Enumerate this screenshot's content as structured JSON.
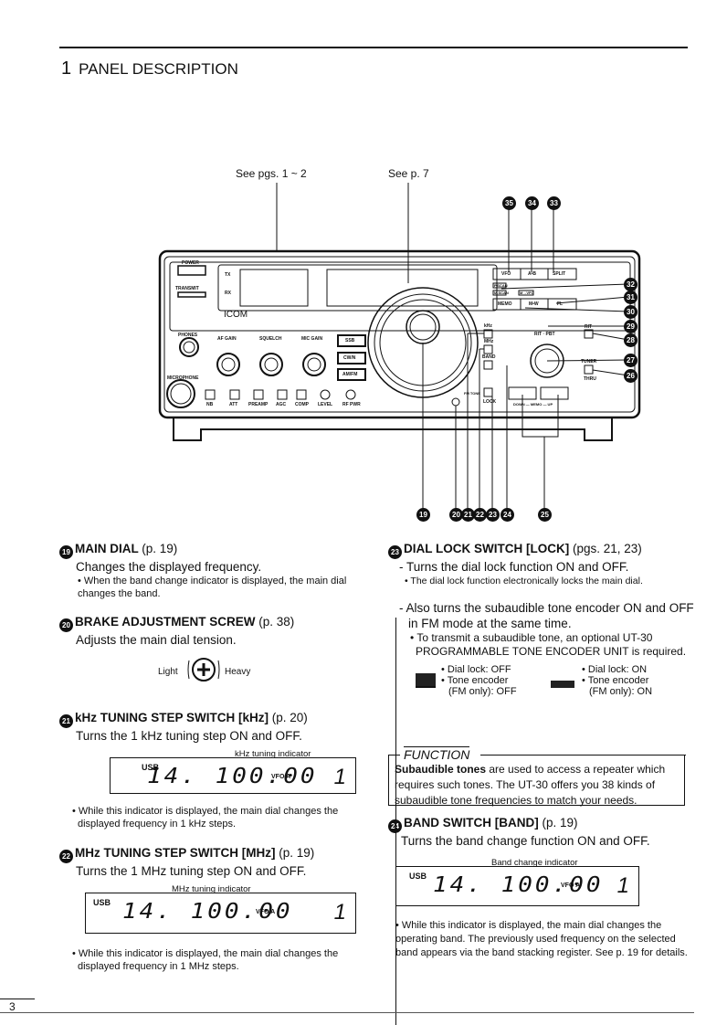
{
  "header": {
    "chapter": "1",
    "title": "PANEL DESCRIPTION"
  },
  "diagram": {
    "see_pgs": "See pgs. 1 ~ 2",
    "see_p": "See p. 7",
    "callouts_top": [
      "35",
      "34",
      "33"
    ],
    "callouts_right": [
      "32",
      "31",
      "30",
      "29",
      "28",
      "27",
      "26"
    ],
    "callouts_bottom": [
      "19",
      "20",
      "21",
      "22",
      "23",
      "24",
      "25"
    ],
    "panel_labels": {
      "power": "POWER",
      "transmit": "TRANSMIT",
      "tx": "TX",
      "rx": "RX",
      "brand": "ICOM",
      "phones": "PHONES",
      "microphone": "MICROPHONE",
      "af_gain": "AF GAIN",
      "squelch": "SQUELCH",
      "mic_gain": "MIC GAIN",
      "ssb": "SSB",
      "cwn": "CW/N",
      "amfm": "AM/FM",
      "nb": "NB",
      "att": "ATT",
      "preamp": "PREAMP",
      "agc": "AGC",
      "comp": "COMP",
      "level": "LEVEL",
      "rf_pwr": "RF PWR",
      "vfo": "VFO",
      "ab": "A•B",
      "split": "SPLIT",
      "pscan": "P.SCAN",
      "mscan": "M.SCAN",
      "mvfo": "M→VFO",
      "memo": "MEMO",
      "mw": "M•W",
      "fl": "FL",
      "khz": "kHz",
      "mhz": "MHz",
      "band": "BAND",
      "fm_tone": "FM TONE",
      "lock": "LOCK",
      "rit_pbt": "RIT · PBT",
      "rit": "RIT",
      "tuner": "TUNER",
      "thru": "THRU",
      "memo_updown": "DOWN — MEMO — UP"
    }
  },
  "left": [
    {
      "num": "19",
      "title": "MAIN DIAL",
      "page": "(p. 19)",
      "desc": "Changes the displayed frequency.",
      "bullets": [
        "When the band change indicator is displayed, the main dial changes the band."
      ]
    },
    {
      "num": "20",
      "title": "BRAKE ADJUSTMENT SCREW",
      "page": "(p. 38)",
      "desc": "Adjusts the main dial tension.",
      "light": "Light",
      "heavy": "Heavy"
    },
    {
      "num": "21",
      "title": "kHz TUNING STEP SWITCH [kHz]",
      "page": "(p. 20)",
      "desc": "Turns the 1 kHz tuning step ON and OFF.",
      "indicator": "kHz tuning indicator",
      "lcd": {
        "mode": "USB",
        "freq": "14. 100.00",
        "vfo": "VFO A",
        "ch": "1"
      },
      "bullets": [
        "While this indicator is displayed, the main dial changes the displayed frequency in 1 kHz steps."
      ]
    },
    {
      "num": "22",
      "title": "MHz TUNING STEP SWITCH [MHz]",
      "page": "(p. 19)",
      "desc": "Turns the 1 MHz tuning step ON and OFF.",
      "indicator": "MHz tuning indicator",
      "lcd": {
        "mode": "USB",
        "freq": "14. 100.00",
        "vfo": "VFO A",
        "ch": "1"
      },
      "bullets": [
        "While this indicator is displayed, the main dial changes the displayed frequency in 1 MHz steps."
      ]
    }
  ],
  "right": [
    {
      "num": "23",
      "title": "DIAL LOCK SWITCH [LOCK]",
      "page": "(pgs. 21, 23)",
      "d1": "- Turns the dial lock function ON and OFF.",
      "b1": "The dial lock function electronically locks the main dial.",
      "d2": "- Also turns the subaudible tone encoder ON and OFF in FM mode at the same time.",
      "b2": "To transmit a subaudible tone, an optional UT-30 PROGRAMMABLE TONE ENCODER UNIT is required.",
      "off": {
        "l1": "• Dial lock:   OFF",
        "l2": "• Tone encoder",
        "l3": "(FM only):   OFF"
      },
      "on": {
        "l1": "• Dial lock:   ON",
        "l2": "• Tone encoder",
        "l3": "(FM only):   ON"
      }
    },
    {
      "function_title": "FUNCTION",
      "function_bold": "Subaudible tones",
      "function_text": " are used to access a repeater which requires such tones. The UT-30 offers you 38 kinds of subaudible tone frequencies to match your needs."
    },
    {
      "num": "24",
      "title": "BAND SWITCH [BAND]",
      "page": "(p. 19)",
      "desc": "Turns the band change function ON and OFF.",
      "indicator": "Band change indicator",
      "lcd": {
        "mode": "USB",
        "freq": "14. 100.00",
        "vfo": "VFO A",
        "ch": "1"
      },
      "bullets": [
        "While this indicator is displayed, the main dial changes the operating band.  The previously used frequency on the selected band appears via the band stacking register. See p. 19 for details."
      ]
    }
  ],
  "footer": {
    "page": "3"
  }
}
